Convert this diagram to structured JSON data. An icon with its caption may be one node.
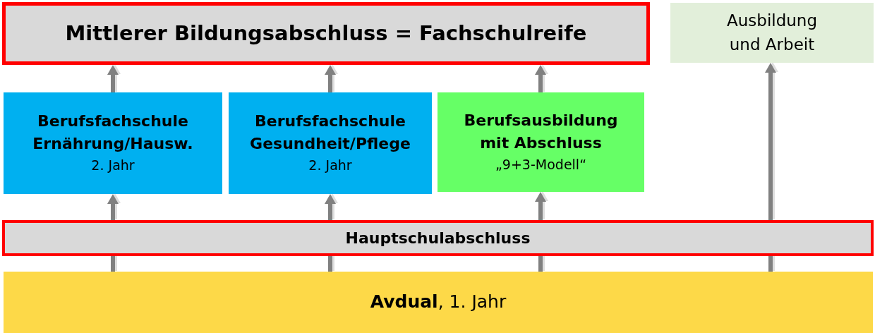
{
  "diagram": {
    "nodes": [
      {
        "text": [
          "Mittlerer Bildungsabschluss = Fachschulreife"
        ]
      },
      {
        "text": [
          "Ausbildung und Arbeit"
        ]
      },
      {
        "text": [
          "Berufsfachschule Ernährung/Hausw.",
          "2. Jahr"
        ]
      },
      {
        "text": [
          "Berufsfachschule Gesundheit/Pflege",
          "2. Jahr"
        ]
      },
      {
        "text": [
          "Berufsausbildung mit Abschluss",
          "„9+3-Modell“"
        ]
      },
      {
        "text": [
          "Hauptschulabschluss"
        ]
      },
      {
        "text": [
          "**Avdual**, 1. Jahr"
        ]
      }
    ],
    "edges": [
      {
        "from": 6,
        "to": 5,
        "arrow": "none"
      },
      {
        "from": 6,
        "to": 5,
        "arrow": "none"
      },
      {
        "from": 6,
        "to": 5,
        "arrow": "none"
      },
      {
        "from": 6,
        "to": 5,
        "arrow": "none"
      },
      {
        "from": 5,
        "to": 2,
        "arrow": "to"
      },
      {
        "from": 5,
        "to": 3,
        "arrow": "to"
      },
      {
        "from": 5,
        "to": 4,
        "arrow": "to"
      },
      {
        "from": 5,
        "to": 1,
        "arrow": "to"
      },
      {
        "from": 2,
        "to": 0,
        "arrow": "to"
      },
      {
        "from": 3,
        "to": 0,
        "arrow": "to"
      },
      {
        "from": 4,
        "to": 0,
        "arrow": "to"
      }
    ]
  }
}
